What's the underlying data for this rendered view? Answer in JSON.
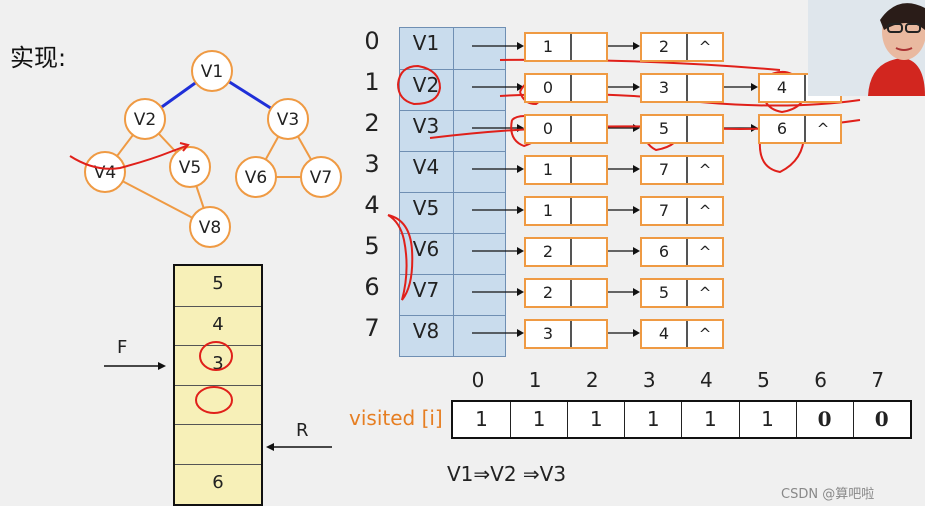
{
  "title": "实现:",
  "graph": {
    "vertices": [
      {
        "id": "V1",
        "label": "V1"
      },
      {
        "id": "V2",
        "label": "V2"
      },
      {
        "id": "V3",
        "label": "V3"
      },
      {
        "id": "V4",
        "label": "V4"
      },
      {
        "id": "V5",
        "label": "V5"
      },
      {
        "id": "V6",
        "label": "V6"
      },
      {
        "id": "V7",
        "label": "V7"
      },
      {
        "id": "V8",
        "label": "V8"
      }
    ],
    "edges": [
      [
        "V1",
        "V2"
      ],
      [
        "V1",
        "V3"
      ],
      [
        "V2",
        "V4"
      ],
      [
        "V2",
        "V5"
      ],
      [
        "V3",
        "V6"
      ],
      [
        "V3",
        "V7"
      ],
      [
        "V6",
        "V7"
      ],
      [
        "V4",
        "V8"
      ],
      [
        "V5",
        "V8"
      ]
    ],
    "highlighted_edges": [
      [
        "V1",
        "V2"
      ],
      [
        "V1",
        "V3"
      ]
    ],
    "edge_color": "#ef9a43",
    "highlight_color": "#1f2fd8"
  },
  "adjacency": {
    "rows": [
      {
        "index": "0",
        "vertex": "V1",
        "list": [
          {
            "value": "1",
            "next": ""
          },
          {
            "value": "2",
            "next": "^"
          }
        ]
      },
      {
        "index": "1",
        "vertex": "V2",
        "list": [
          {
            "value": "0",
            "next": ""
          },
          {
            "value": "3",
            "next": ""
          },
          {
            "value": "4",
            "next": ""
          }
        ]
      },
      {
        "index": "2",
        "vertex": "V3",
        "list": [
          {
            "value": "0",
            "next": ""
          },
          {
            "value": "5",
            "next": ""
          },
          {
            "value": "6",
            "next": "^"
          }
        ]
      },
      {
        "index": "3",
        "vertex": "V4",
        "list": [
          {
            "value": "1",
            "next": ""
          },
          {
            "value": "7",
            "next": "^"
          }
        ]
      },
      {
        "index": "4",
        "vertex": "V5",
        "list": [
          {
            "value": "1",
            "next": ""
          },
          {
            "value": "7",
            "next": "^"
          }
        ]
      },
      {
        "index": "5",
        "vertex": "V6",
        "list": [
          {
            "value": "2",
            "next": ""
          },
          {
            "value": "6",
            "next": "^"
          }
        ]
      },
      {
        "index": "6",
        "vertex": "V7",
        "list": [
          {
            "value": "2",
            "next": ""
          },
          {
            "value": "5",
            "next": "^"
          }
        ]
      },
      {
        "index": "7",
        "vertex": "V8",
        "list": [
          {
            "value": "3",
            "next": ""
          },
          {
            "value": "4",
            "next": "^"
          }
        ]
      }
    ]
  },
  "queue": {
    "cells": [
      "5",
      "4",
      "3",
      "",
      "",
      "6"
    ],
    "front_label": "F",
    "rear_label": "R"
  },
  "visited": {
    "label": "visited [i]",
    "indices": [
      "0",
      "1",
      "2",
      "3",
      "4",
      "5",
      "6",
      "7"
    ],
    "values": [
      "1",
      "1",
      "1",
      "1",
      "1",
      "1",
      "0",
      "0"
    ]
  },
  "traversal": "V1⇒V2  ⇒V3",
  "watermark": "CSDN @算吧啦",
  "colors": {
    "node_border": "#ef9a43",
    "annotation": "#e0201a",
    "visited_label": "#e67e22",
    "table_fill": "#c9dced",
    "queue_fill": "#f7f0b8"
  }
}
